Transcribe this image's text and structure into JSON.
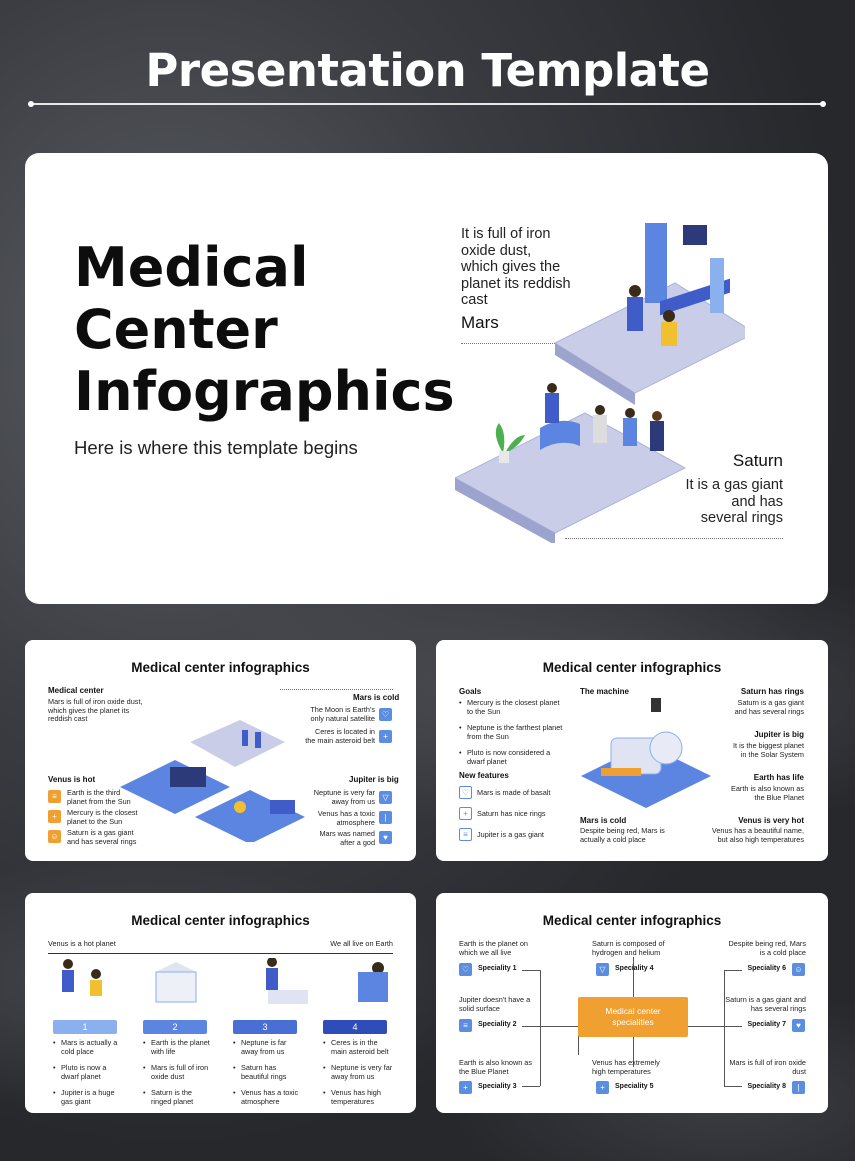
{
  "header": {
    "title": "Presentation Template"
  },
  "main": {
    "title": "Medical Center Infographics",
    "subtitle": "Here is where this template begins",
    "mars_text": "It is full of iron oxide dust, which gives the planet its reddish cast",
    "mars_label": "Mars",
    "saturn_label": "Saturn",
    "saturn_text": "It is a gas giant and has several rings"
  },
  "slide1": {
    "title": "Medical center infographics",
    "medical_center": "Medical center",
    "medical_text": "Mars is full of iron oxide dust, which gives the planet its reddish cast",
    "mars_cold": "Mars is cold",
    "moon": "The Moon is Earth's only natural satellite",
    "ceres": "Ceres is located in the main asteroid belt",
    "venus_hot": "Venus is hot",
    "earth": "Earth is the third planet from the Sun",
    "mercury": "Mercury is the closest planet to the Sun",
    "saturn": "Saturn is a gas giant and has several rings",
    "jupiter_big": "Jupiter is big",
    "neptune": "Neptune is very far away from us",
    "venus_toxic": "Venus has a toxic atmosphere",
    "mars_god": "Mars was named after a god"
  },
  "slide2": {
    "title": "Medical center infographics",
    "goals": "Goals",
    "goal_items": [
      "Mercury is the closest planet to the Sun",
      "Neptune is the farthest planet from the Sun",
      "Pluto is now considered a dwarf planet"
    ],
    "new_features": "New features",
    "features": [
      "Mars is made of basalt",
      "Saturn has nice rings",
      "Jupiter is a gas giant"
    ],
    "machine": "The machine",
    "saturn_rings": "Saturn has rings",
    "saturn_text": "Saturn is a gas giant and has several rings",
    "jupiter_big": "Jupiter is big",
    "jupiter_text": "It is the biggest planet in the Solar System",
    "earth_life": "Earth has life",
    "earth_text": "Earth is also known as the Blue Planet",
    "venus_hot": "Venus is very hot",
    "venus_text": "Venus has a beautiful name, but also high temperatures",
    "mars_cold": "Mars is cold",
    "mars_text": "Despite being red, Mars is actually a cold place"
  },
  "slide3": {
    "title": "Medical center infographics",
    "left_label": "Venus is a hot planet",
    "right_label": "We all live on Earth",
    "steps": [
      {
        "num": "1",
        "color": "#8ab0ee",
        "items": [
          "Mars is actually a cold place",
          "Pluto is now a dwarf planet",
          "Jupiter is a huge gas giant"
        ]
      },
      {
        "num": "2",
        "color": "#5b85e0",
        "items": [
          "Earth is the planet with life",
          "Mars is full of iron oxide dust",
          "Saturn is the ringed planet"
        ]
      },
      {
        "num": "3",
        "color": "#4a6fd4",
        "items": [
          "Neptune is far away from us",
          "Saturn has beautiful rings",
          "Venus has a toxic atmosphere"
        ]
      },
      {
        "num": "4",
        "color": "#2f4db8",
        "items": [
          "Ceres is in the main asteroid belt",
          "Neptune is very far away from us",
          "Venus has high temperatures"
        ]
      }
    ]
  },
  "slide4": {
    "title": "Medical center infographics",
    "center": "Medical center specialities",
    "specs": [
      {
        "text": "Earth is the planet on which we all live",
        "label": "Speciality 1"
      },
      {
        "text": "Jupiter doesn't have a solid surface",
        "label": "Speciality 2"
      },
      {
        "text": "Earth is also known as the Blue Planet",
        "label": "Speciality 3"
      },
      {
        "text": "Saturn is composed of hydrogen and helium",
        "label": "Speciality 4"
      },
      {
        "text": "Venus has extremely high temperatures",
        "label": "Speciality 5"
      },
      {
        "text": "Despite being red, Mars is a cold place",
        "label": "Speciality 6"
      },
      {
        "text": "Saturn is a gas giant and has several rings",
        "label": "Speciality 7"
      },
      {
        "text": "Mars is full of iron oxide dust",
        "label": "Speciality 8"
      }
    ]
  },
  "colors": {
    "blue": "#5b8de0",
    "orange": "#f0a030",
    "floor": "#c9cde8"
  }
}
